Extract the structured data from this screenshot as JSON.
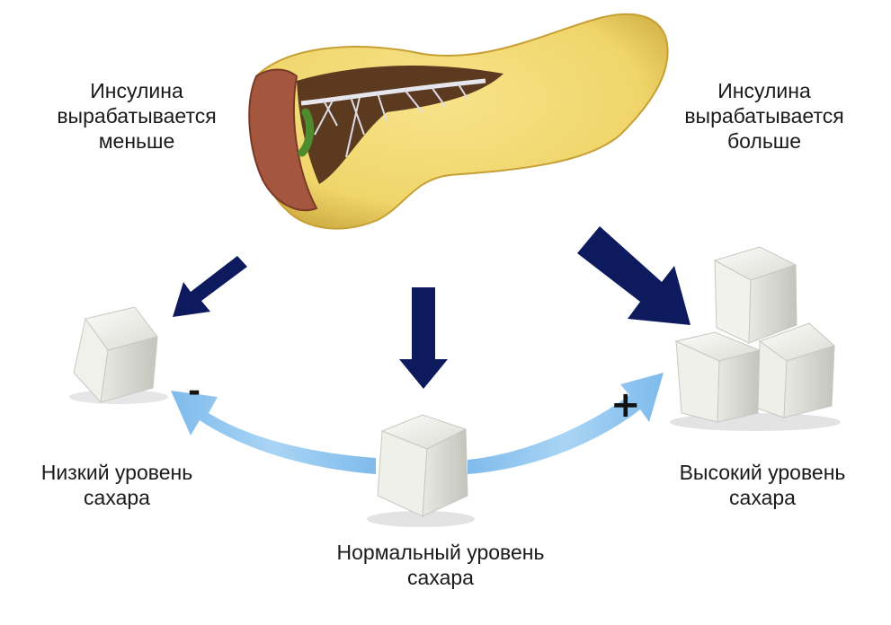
{
  "labels": {
    "insulin_less": [
      "Инсулина",
      "вырабатывается",
      "меньше"
    ],
    "insulin_more": [
      "Инсулина",
      "вырабатывается",
      "больше"
    ],
    "low_sugar": [
      "Низкий уровень",
      "сахара"
    ],
    "normal_sugar": [
      "Нормальный уровень",
      "сахара"
    ],
    "high_sugar": [
      "Высокий уровень",
      "сахара"
    ]
  },
  "signs": {
    "minus": "-",
    "plus": "+"
  },
  "colors": {
    "arrow_dark": "#0d1b5e",
    "arrow_light": "#8ec4ee",
    "pancreas": "#f0d66a",
    "pancreas_shadow": "#c9a63b",
    "sugar": "#eeeeea"
  }
}
